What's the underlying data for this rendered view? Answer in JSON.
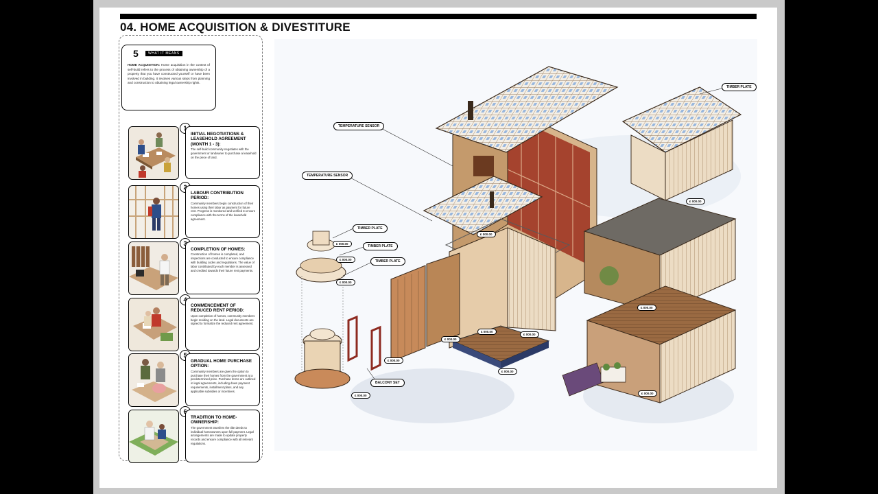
{
  "title": "04. HOME ACQUISITION & DIVESTITURE",
  "intro": {
    "number": "5",
    "tag": "WHAT IT MEANS",
    "term": "HOME ACQUISITION:",
    "text": " Home acquisition in the context of self-build refers to the process of obtaining ownership of a property that you have constructed yourself or have been involved in building. It involves various steps from planning and construction to obtaining legal ownership rights."
  },
  "steps": [
    {
      "number": "1",
      "title": "INITIAL NEGOTIATIONS & LEASEHOLD AGREEMENT (MONTH 1 - 3):",
      "body": "The self-build community negotiates with the government or landowner to purchase a leasehold on the piece of land."
    },
    {
      "number": "2",
      "title": "LABOUR CONTRIBUTION PERIOD:",
      "body": "Community members begin construction of their homes using their labor as payment for future rent. Progress is monitored and verified to ensure compliance with the terms of the leasehold agreement."
    },
    {
      "number": "3",
      "title": "COMPLETION OF HOMES:",
      "body": "Construction of homes is completed, and inspections are conducted to ensure compliance with building codes and regulations. The value of labor contributed by each member is assessed and credited towards their future rent payments."
    },
    {
      "number": "4",
      "title": "COMMENCEMENT OF REDUCED RENT PERIOD:",
      "body": "Upon completion of homes, community members begin residing on the land. Legal documents are signed to formalize the reduced rent agreement."
    },
    {
      "number": "5",
      "title": "GRADUAL HOME PURCHASE OPTION:",
      "body": "Community members are given the option to purchase their homes from the government at a predetermined price. Purchase terms are outlined in legal agreements, including down payment requirements, installment plans, and any applicable subsidies or incentives."
    },
    {
      "number": "6",
      "title": "TRADITION TO HOME-OWNERSHIP:",
      "body": "The government transfers the title deeds to individual homeowners upon full payment. Legal arrangements are made to update property records and ensure compliance with all relevant regulations."
    }
  ],
  "callouts": {
    "timber_plate_top": "TIMBER PLATE",
    "temp_sensor_1": "TEMPERATURE SENSOR",
    "temp_sensor_2": "TEMPERATURE SENSOR",
    "timber_plate_1": "TIMBER PLATE",
    "timber_plate_2": "TIMBER PLATE",
    "timber_plate_3": "TIMBER PLATE",
    "balcony_set": "BALCONY SET"
  },
  "price_tag": "£ 000.00",
  "colors": {
    "roof_blue": "#3f7fd0",
    "timber": "#d9b48a",
    "interior_red": "#9c2f1d",
    "deck": "#8a5a36",
    "shadow": "#cfd8e6"
  }
}
